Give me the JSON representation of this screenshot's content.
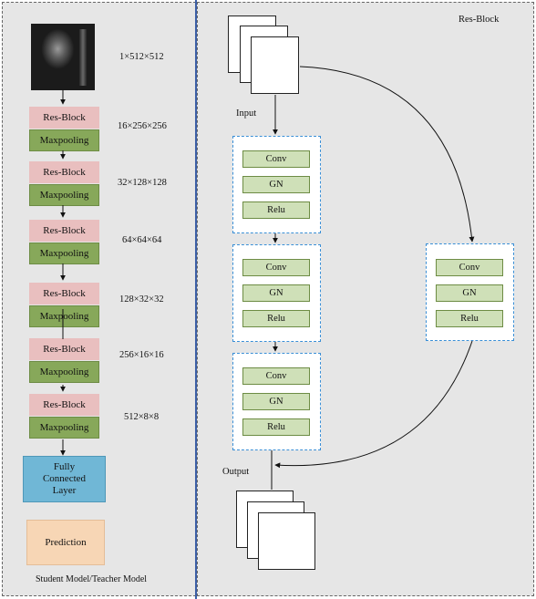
{
  "left_panel": {
    "stages": [
      {
        "block": "Res-Block",
        "pool": "Maxpooling",
        "dims": "16×256×256"
      },
      {
        "block": "Res-Block",
        "pool": "Maxpooling",
        "dims": "32×128×128"
      },
      {
        "block": "Res-Block",
        "pool": "Maxpooling",
        "dims": "64×64×64"
      },
      {
        "block": "Res-Block",
        "pool": "Maxpooling",
        "dims": "128×32×32"
      },
      {
        "block": "Res-Block",
        "pool": "Maxpooling",
        "dims": "256×16×16"
      },
      {
        "block": "Res-Block",
        "pool": "Maxpooling",
        "dims": "512×8×8"
      }
    ],
    "input_dims": "1×512×512",
    "fc_lines": [
      "Fully",
      "Connected",
      "Layer"
    ],
    "prediction": "Prediction",
    "caption": "Student Model/Teacher Model"
  },
  "right_panel": {
    "title": "Res-Block",
    "input_label": "Input",
    "output_label": "Output",
    "main_groups": [
      [
        "Conv",
        "GN",
        "Relu"
      ],
      [
        "Conv",
        "GN",
        "Relu"
      ],
      [
        "Conv",
        "GN",
        "Relu"
      ]
    ],
    "skip_group": [
      "Conv",
      "GN",
      "Relu"
    ]
  }
}
